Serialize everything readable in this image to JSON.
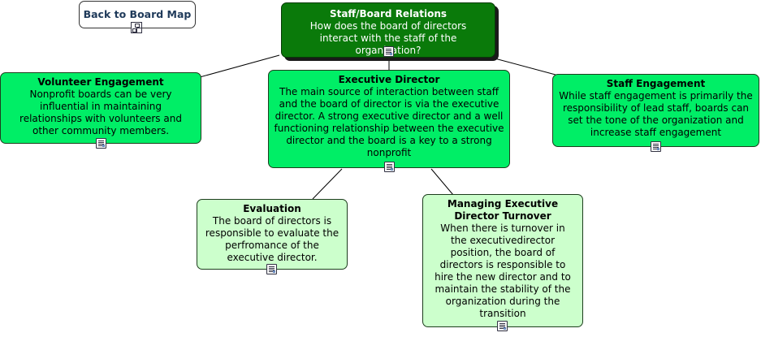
{
  "back_link": {
    "label": "Back to Board Map",
    "icon": "concept-map-icon"
  },
  "nodes": {
    "root": {
      "title": "Staff/Board Relations",
      "body": "How does the board of directors interact with the staff of the organization?"
    },
    "volunteer": {
      "title": "Volunteer Engagement",
      "body": "Nonprofit boards can be very influential in maintaining relationships with volunteers and other community members."
    },
    "executive": {
      "title": "Executive Director",
      "body": "The main source of interaction between staff and the board of director is via the executive director.  A strong executive director and a well functioning relationship between the executive director and the board is a key to a strong nonprofit"
    },
    "staff": {
      "title": "Staff Engagement",
      "body": "While staff engagement is primarily the responsibility of lead staff, boards can set the tone of the organization and increase staff engagement"
    },
    "evaluation": {
      "title": "Evaluation",
      "body": "The board of directors is responsible to evaluate the perfromance of the executive director."
    },
    "turnover": {
      "title": "Managing Executive Director Turnover",
      "body": "When there is turnover in the executivedirector position, the board of directors is responsible to hire the new director and to maintain the stability of the organization during the transition"
    }
  },
  "colors": {
    "root_fill": "#0a7a0a",
    "level1_fill": "#00ee66",
    "level2_fill": "#ccffcc",
    "link_stroke": "#000000",
    "back_text": "#1f3a5a"
  },
  "icons": {
    "resource": "document-icon"
  }
}
